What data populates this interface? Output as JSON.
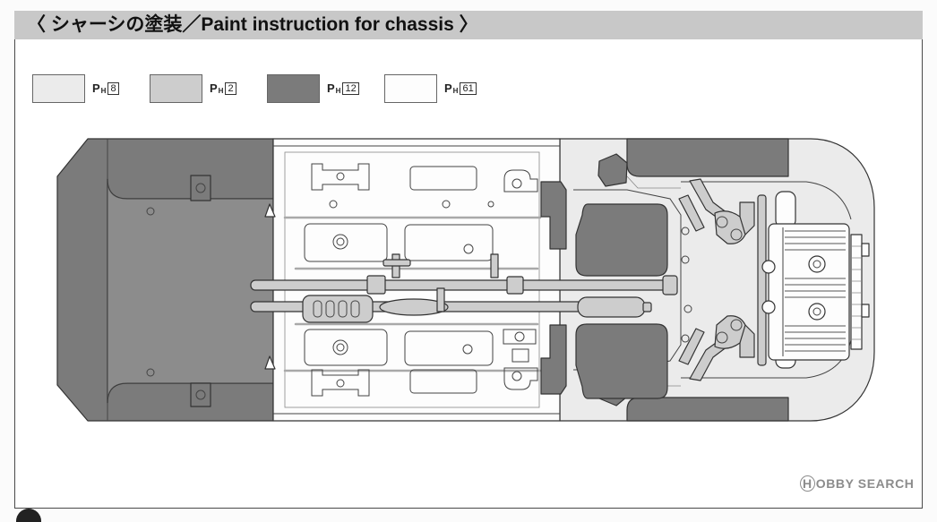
{
  "header": {
    "title": "〈 シャーシの塗装／Paint instruction for chassis 〉"
  },
  "legend": {
    "prefix": "P",
    "prefix_sub": "H",
    "items": [
      {
        "code": "8",
        "color": "#ebebeb"
      },
      {
        "code": "2",
        "color": "#cdcdcd"
      },
      {
        "code": "12",
        "color": "#7b7b7b"
      },
      {
        "code": "61",
        "color": "#fdfdfd"
      }
    ]
  },
  "colors": {
    "header_bg": "#c8c8c8",
    "frame": "#4a4a4a",
    "watermark": "#8c8c8c"
  },
  "watermark": {
    "text": "HOBBY SEARCH"
  }
}
